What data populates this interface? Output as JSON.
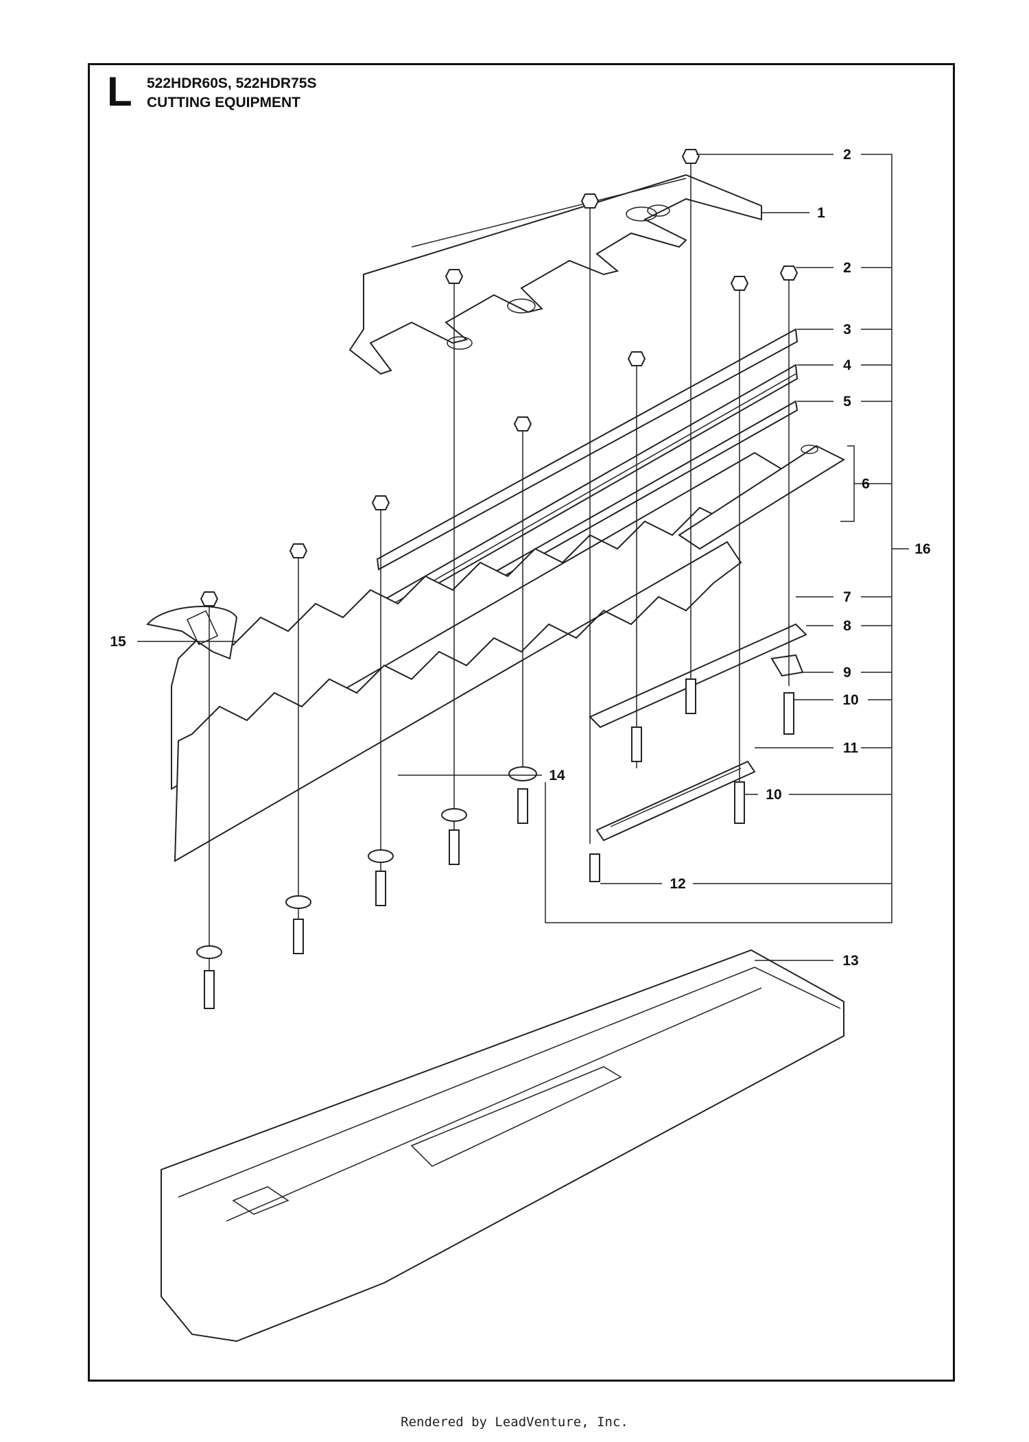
{
  "diagram": {
    "section_letter": "L",
    "models": "522HDR60S, 522HDR75S",
    "title": "CUTTING EQUIPMENT",
    "callouts": [
      {
        "id": "c1",
        "label": "1"
      },
      {
        "id": "c2a",
        "label": "2"
      },
      {
        "id": "c2b",
        "label": "2"
      },
      {
        "id": "c3",
        "label": "3"
      },
      {
        "id": "c4",
        "label": "4"
      },
      {
        "id": "c5",
        "label": "5"
      },
      {
        "id": "c6",
        "label": "6"
      },
      {
        "id": "c7",
        "label": "7"
      },
      {
        "id": "c8",
        "label": "8"
      },
      {
        "id": "c9",
        "label": "9"
      },
      {
        "id": "c10a",
        "label": "10"
      },
      {
        "id": "c11",
        "label": "11"
      },
      {
        "id": "c10b",
        "label": "10"
      },
      {
        "id": "c12",
        "label": "12"
      },
      {
        "id": "c13",
        "label": "13"
      },
      {
        "id": "c14",
        "label": "14"
      },
      {
        "id": "c15",
        "label": "15"
      },
      {
        "id": "c16",
        "label": "16"
      }
    ]
  },
  "footer": {
    "text": "Rendered by LeadVenture, Inc."
  }
}
